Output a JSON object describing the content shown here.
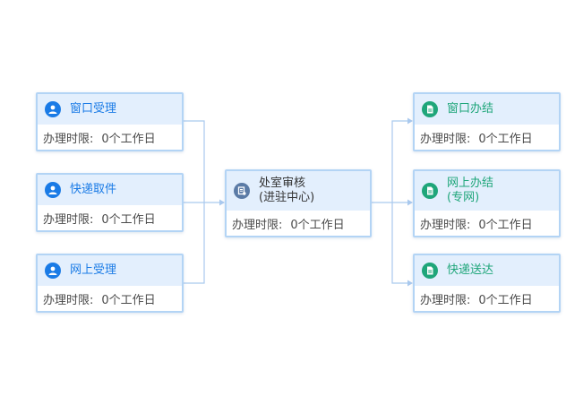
{
  "colors": {
    "blue_accent": "#1a7be6",
    "green_accent": "#1fa67a",
    "center_icon": "#5b7ba6",
    "node_border": "#b3d4f5",
    "node_header_bg": "#e3effd",
    "connector": "#a9c9ee"
  },
  "nodes": {
    "window_accept": {
      "title": "窗口受理",
      "time_label": "办理时限:",
      "time_value": "0个工作日",
      "icon": "user-icon"
    },
    "express_pickup": {
      "title": "快递取件",
      "time_label": "办理时限:",
      "time_value": "0个工作日",
      "icon": "user-icon"
    },
    "online_accept": {
      "title": "网上受理",
      "time_label": "办理时限:",
      "time_value": "0个工作日",
      "icon": "user-icon"
    },
    "office_review": {
      "title_line1": "处室审核",
      "title_line2": "(进驻中心)",
      "time_label": "办理时限:",
      "time_value": "0个工作日",
      "icon": "stamp-icon"
    },
    "window_complete": {
      "title": "窗口办结",
      "time_label": "办理时限:",
      "time_value": "0个工作日",
      "icon": "document-icon"
    },
    "online_complete": {
      "title_line1": "网上办结",
      "title_line2": "(专网)",
      "time_label": "办理时限:",
      "time_value": "0个工作日",
      "icon": "document-icon"
    },
    "express_delivery": {
      "title": "快递送达",
      "time_label": "办理时限:",
      "time_value": "0个工作日",
      "icon": "document-icon"
    }
  },
  "edges": [
    [
      "window_accept",
      "office_review"
    ],
    [
      "express_pickup",
      "office_review"
    ],
    [
      "online_accept",
      "office_review"
    ],
    [
      "office_review",
      "window_complete"
    ],
    [
      "office_review",
      "online_complete"
    ],
    [
      "office_review",
      "express_delivery"
    ]
  ]
}
